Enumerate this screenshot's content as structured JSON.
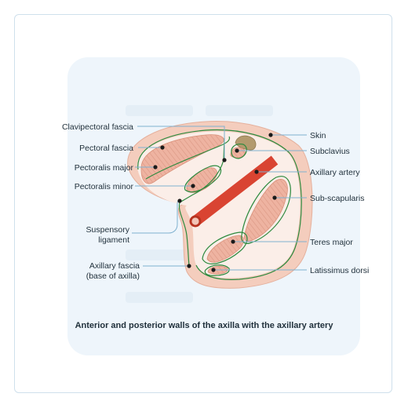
{
  "diagram": {
    "caption": "Anterior and posterior walls of the axilla with the axillary artery",
    "labels": {
      "clavipectoral_fascia": "Clavipectoral fascia",
      "pectoral_fascia": "Pectoral fascia",
      "pectoralis_major": "Pectoralis major",
      "pectoralis_minor": "Pectoralis minor",
      "suspensory_ligament_1": "Suspensory",
      "suspensory_ligament_2": "ligament",
      "axillary_fascia_1": "Axillary fascia",
      "axillary_fascia_2": "(base of axilla)",
      "skin": "Skin",
      "subclavius": "Subclavius",
      "axillary_artery": "Axillary artery",
      "sub_scapularis": "Sub-scapularis",
      "teres_major": "Teres major",
      "latissimus_dorsi": "Latissimus dorsi"
    },
    "colors": {
      "skin": "#f4cdbd",
      "inner": "#fbeee8",
      "muscle": "#eeb3a1",
      "muscle_stripe": "#d9907a",
      "fascia": "#2c8a3e",
      "artery": "#d94432",
      "bone": "#b39a6e",
      "leader": "#7fb1cf"
    }
  }
}
